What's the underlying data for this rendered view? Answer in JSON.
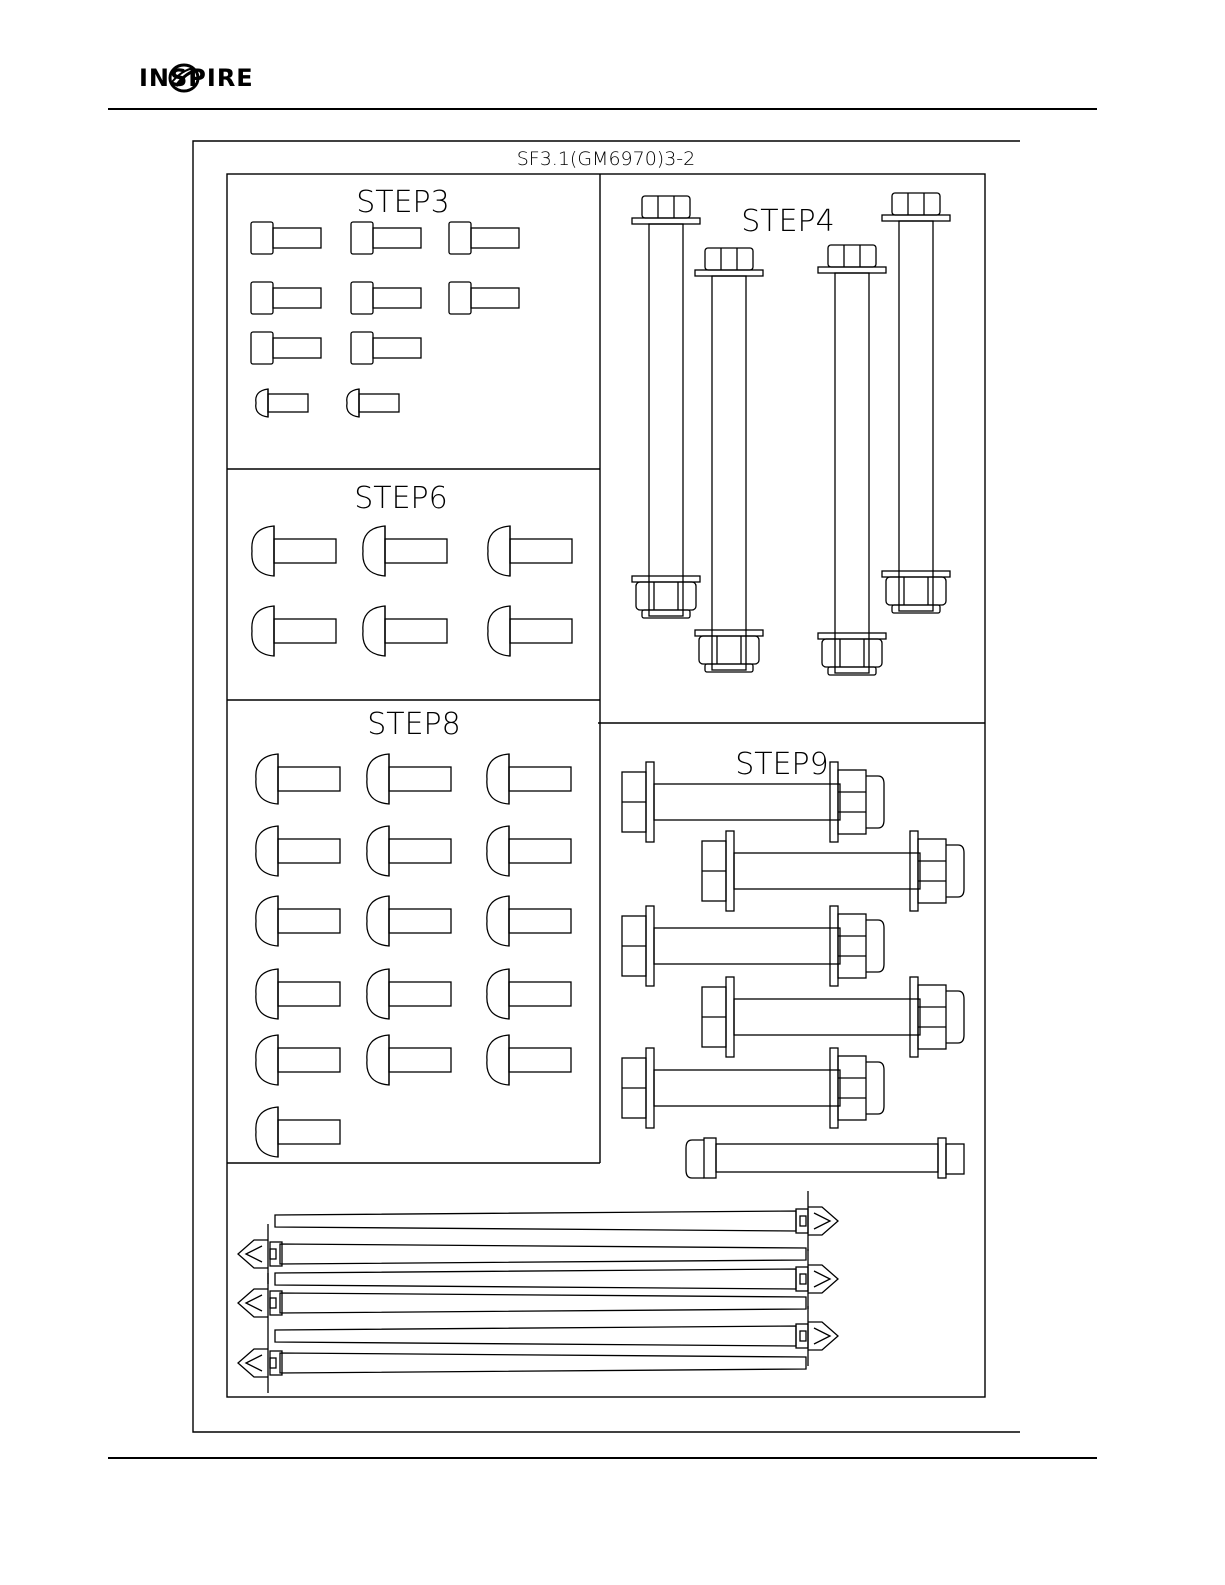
{
  "header": {
    "brand": "INSPIRE"
  },
  "sheet": {
    "title": "SF3.1(GM6970)3-2"
  },
  "panels": {
    "step3": "STEP3",
    "step4": "STEP4",
    "step6": "STEP6",
    "step8": "STEP8",
    "step9": "STEP9"
  },
  "parts": {
    "step3_socket_bolts": 8,
    "step3_button_screws": 2,
    "step4_long_bolts": 4,
    "step6_button_bolts": 6,
    "step8_button_bolts": 16,
    "step9_hex_bolts": 5,
    "step9_small_bolt": 1,
    "cable_ties": 6
  }
}
